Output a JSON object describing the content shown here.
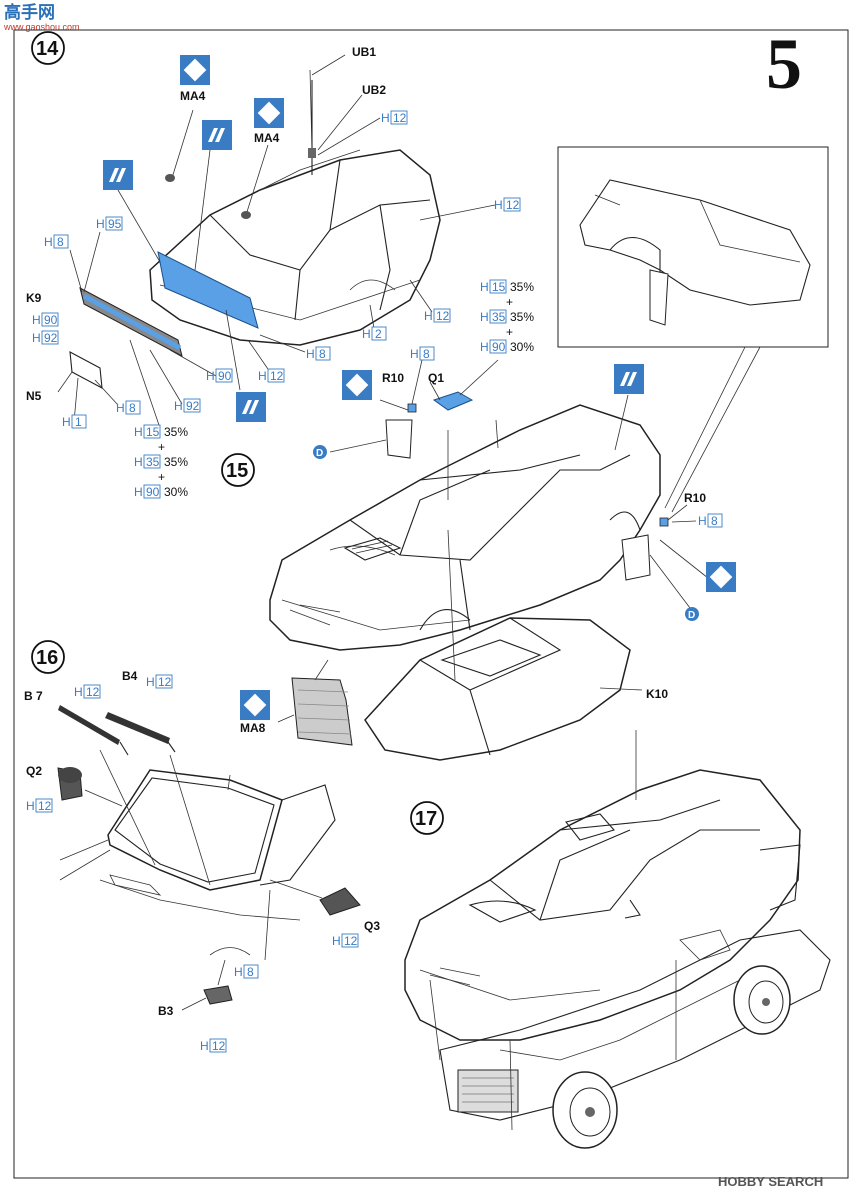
{
  "page_number": "5",
  "watermark": {
    "site": "高手网",
    "url": "www.gaoshou.com"
  },
  "footer": {
    "brand": "HOBBY SEARCH"
  },
  "steps": {
    "s14": "14",
    "s15": "15",
    "s16": "16",
    "s17": "17"
  },
  "parts": {
    "UB1": "UB1",
    "UB2": "UB2",
    "MA4a": "MA4",
    "MA4b": "MA4",
    "K9": "K9",
    "N5": "N5",
    "R10a": "R10",
    "Q1": "Q1",
    "R10b": "R10",
    "MA8": "MA8",
    "K10": "K10",
    "B7": "B 7",
    "B4": "B4",
    "Q2": "Q2",
    "Q3": "Q3",
    "B3": "B3"
  },
  "paints": {
    "p14_h12_ub": "12",
    "p14_h95": "95",
    "p14_h8": "8",
    "p14_h90": "90",
    "p14_h92": "92",
    "p14_h12_roof": "12",
    "p14_h2": "2",
    "p14_h12_side": "12",
    "p14_h8_rear": "8",
    "p14_h90_b": "90",
    "p14_h12_b": "12",
    "p14_h1": "1",
    "p14_h8_n": "8",
    "p14_h92_b": "92",
    "p15_h8": "8",
    "p15_h8_r": "8",
    "p16_h12_b7": "12",
    "p16_h12_b4": "12",
    "p16_h12_q2": "12",
    "p16_h12_q3": "12",
    "p16_h8_b3": "8",
    "p16_h12_b3": "12"
  },
  "mixes": {
    "m14": {
      "c1": "15",
      "v1": "35%",
      "plus1": "+",
      "c2": "35",
      "v2": "35%",
      "plus2": "+",
      "c3": "90",
      "v3": "30%"
    },
    "m15": {
      "c1": "15",
      "v1": "35%",
      "plus1": "+",
      "c2": "35",
      "v2": "35%",
      "plus2": "+",
      "c3": "90",
      "v3": "30%"
    }
  },
  "markers": {
    "D1": "D",
    "D2": "D"
  },
  "paint_prefix": "H",
  "colors": {
    "accent": "#3a7cc4",
    "decal_fill": "#5aa0e6",
    "ink": "#111111"
  }
}
